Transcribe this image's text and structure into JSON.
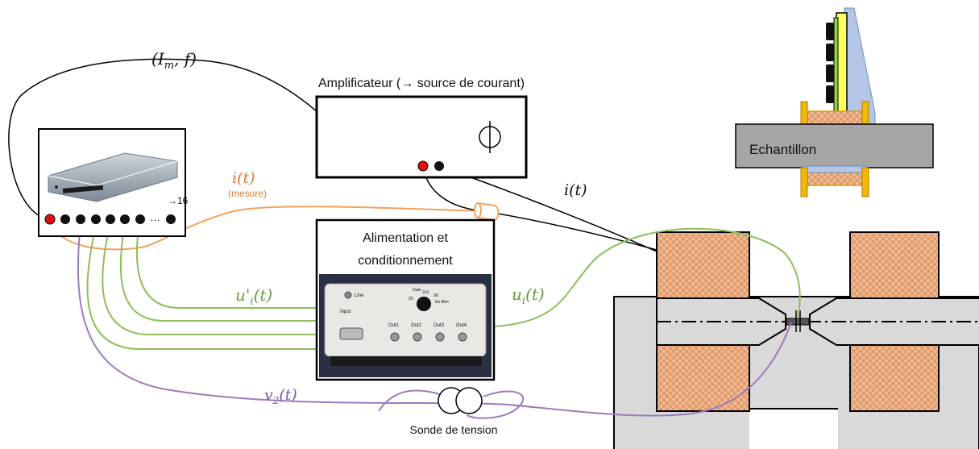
{
  "labels": {
    "im_f": "(I_m, f)",
    "amplifier_title": "Amplificateur (→ source de courant)",
    "amplifier_symbol": "Φ",
    "current_measure": "i(t)",
    "measure_note": "(mesure)",
    "channel_count": "→16",
    "ellipsis": "…",
    "current_it": "i(t)",
    "conditioning_title_1": "Alimentation et",
    "conditioning_title_2": "conditionnement",
    "u_prime_i": "u'_i(t)",
    "u_i": "u_i(t)",
    "v2": "v_2(t)",
    "probe": "Sonde de tension",
    "sample": "Echantillon"
  },
  "conditioner_panel": {
    "line": "Line",
    "input": "Input",
    "gain_label": "Gain",
    "gain_values": [
      "2x3",
      "5K",
      "25",
      "No filter"
    ],
    "outputs": [
      "Out1",
      "Out2",
      "Out3",
      "Out4"
    ]
  },
  "colors": {
    "current_wire": "#f2a25a",
    "voltage_wire": "#8cbf5a",
    "probe_wire": "#9b7bbf",
    "coil": "#f0b990",
    "clamp_gray": "#d9d9d9",
    "sample_gray": "#a6a6a6",
    "red_terminal": "#e01010",
    "yoke_blue": "#b4c7e7",
    "yoke_yellow": "#ffff66"
  }
}
